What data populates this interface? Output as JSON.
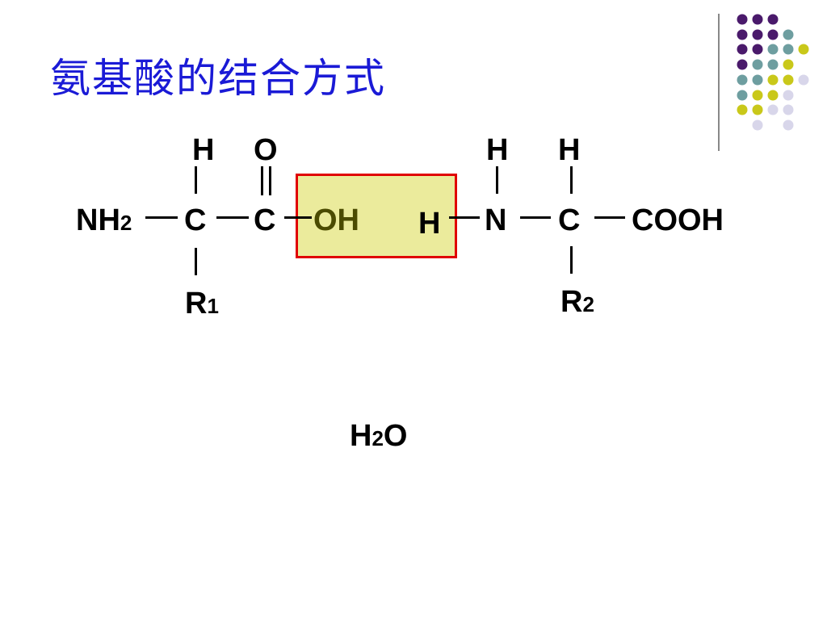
{
  "title": "氨基酸的结合方式",
  "formula": {
    "nh": "NH",
    "nh_sub": "2",
    "h1": "H",
    "o1": "O",
    "c1": "C",
    "c2": "C",
    "oh": "OH",
    "h_left": "H",
    "h_top_n": "H",
    "n": "N",
    "h_top_c": "H",
    "c3": "C",
    "cooh": "COOH",
    "r1": "R",
    "r1_sub": "1",
    "r2": "R",
    "r2_sub": "2"
  },
  "water": {
    "h": "H",
    "sub": "2",
    "o": "O"
  },
  "colors": {
    "title": "#1a1ad6",
    "box_fill": "#ebeb9c",
    "box_border": "#e00000",
    "dot_purple": "#4a1a6b",
    "dot_teal": "#6e9ea0",
    "dot_yellow": "#c9c81a",
    "dot_lavender": "#d8d6ea"
  }
}
